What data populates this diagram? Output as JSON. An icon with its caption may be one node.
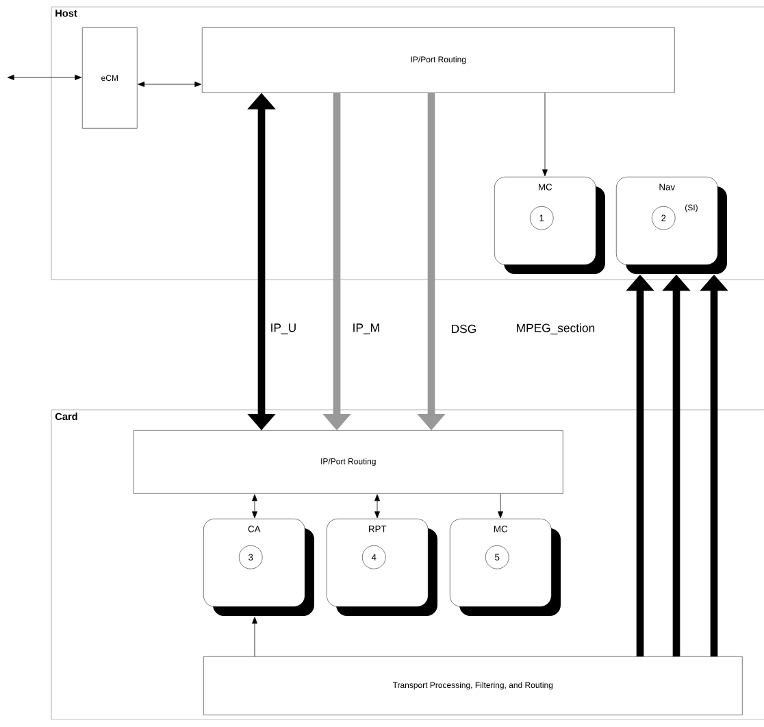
{
  "diagram": {
    "nodes": [
      {
        "text": [
          "Host"
        ]
      },
      {
        "text": [
          "eCM"
        ],
        "in": 0
      },
      {
        "text": [
          "IP/Port Routing"
        ],
        "in": 0
      },
      {
        "text": [
          "MC"
        ],
        "in": 0
      },
      {
        "text": [
          "1"
        ],
        "in": 3
      },
      {
        "text": [
          "Nav",
          "(SI)"
        ],
        "in": 0
      },
      {
        "text": [
          "2"
        ],
        "in": 5
      },
      {
        "text": [
          "Card"
        ]
      },
      {
        "text": [
          "IP/Port Routing"
        ],
        "in": 7
      },
      {
        "text": [
          "CA"
        ],
        "in": 7
      },
      {
        "text": [
          "3"
        ],
        "in": 9
      },
      {
        "text": [
          "RPT"
        ],
        "in": 7
      },
      {
        "text": [
          "4"
        ],
        "in": 11
      },
      {
        "text": [
          "MC"
        ],
        "in": 7
      },
      {
        "text": [
          "5"
        ],
        "in": 13
      },
      {
        "text": [
          "Transport Processing, Filtering, and Routing"
        ],
        "in": 7
      }
    ],
    "edges": [
      {
        "from": null,
        "to": 1,
        "arrow": "both"
      },
      {
        "from": 1,
        "to": 2,
        "arrow": "both"
      },
      {
        "from": 2,
        "to": 3,
        "arrow": "to"
      },
      {
        "from": 2,
        "to": 8,
        "arrow": "both",
        "style": "thick",
        "label": "IP_U"
      },
      {
        "from": 2,
        "to": 8,
        "arrow": "to",
        "style": "thick",
        "color": "#999999",
        "label": "IP_M"
      },
      {
        "from": 2,
        "to": 8,
        "arrow": "to",
        "style": "thick",
        "color": "#999999",
        "label": "DSG"
      },
      {
        "from": 15,
        "to": 5,
        "arrow": "to",
        "style": "thick",
        "label": "MPEG_section"
      },
      {
        "from": 15,
        "to": 5,
        "arrow": "to",
        "style": "thick"
      },
      {
        "from": 15,
        "to": 5,
        "arrow": "to",
        "style": "thick"
      },
      {
        "from": 8,
        "to": 9,
        "arrow": "both"
      },
      {
        "from": 8,
        "to": 11,
        "arrow": "both"
      },
      {
        "from": 8,
        "to": 13,
        "arrow": "to"
      },
      {
        "from": 15,
        "to": 9,
        "arrow": "to"
      }
    ]
  }
}
